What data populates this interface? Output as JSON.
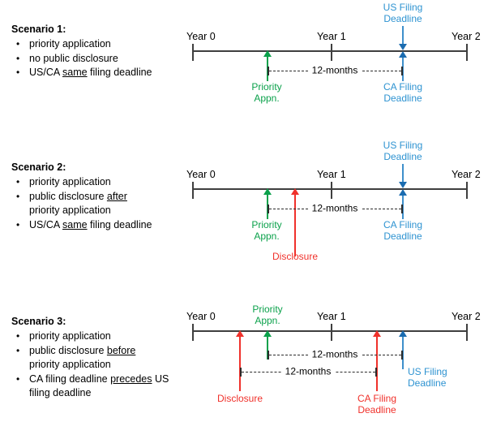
{
  "scenarios": [
    {
      "title": "Scenario 1:",
      "bullets": [
        {
          "pre": "priority application",
          "u": "",
          "post": ""
        },
        {
          "pre": "no public disclosure",
          "u": "",
          "post": ""
        },
        {
          "pre": "US/CA ",
          "u": "same",
          "post": " filing deadline"
        }
      ],
      "axis": {
        "year0": "Year 0",
        "year1": "Year 1",
        "year2": "Year 2"
      },
      "markers": {
        "priority": "Priority\nAppn.",
        "priority_l1": "Priority",
        "priority_l2": "Appn.",
        "us_l1": "US Filing",
        "us_l2": "Deadline",
        "ca_l1": "CA Filing",
        "ca_l2": "Deadline"
      },
      "span_label": "12-months"
    },
    {
      "title": "Scenario 2:",
      "bullets": [
        {
          "pre": "priority application",
          "u": "",
          "post": ""
        },
        {
          "pre": "public disclosure ",
          "u": "after",
          "post": ""
        },
        {
          "pre": "priority application",
          "u": "",
          "post": "",
          "cont": true
        },
        {
          "pre": "US/CA ",
          "u": "same",
          "post": " filing deadline"
        }
      ],
      "axis": {
        "year0": "Year 0",
        "year1": "Year 1",
        "year2": "Year 2"
      },
      "markers": {
        "priority_l1": "Priority",
        "priority_l2": "Appn.",
        "disclosure": "Disclosure",
        "us_l1": "US Filing",
        "us_l2": "Deadline",
        "ca_l1": "CA Filing",
        "ca_l2": "Deadline"
      },
      "span_label": "12-months"
    },
    {
      "title": "Scenario 3:",
      "bullets": [
        {
          "pre": "priority application",
          "u": "",
          "post": ""
        },
        {
          "pre": "public disclosure ",
          "u": "before",
          "post": ""
        },
        {
          "pre": "priority application",
          "u": "",
          "post": "",
          "cont": true
        },
        {
          "pre": "CA filing deadline ",
          "u": "precedes",
          "post": " US"
        },
        {
          "pre": "filing deadline",
          "u": "",
          "post": "",
          "cont": true
        }
      ],
      "axis": {
        "year0": "Year 0",
        "year1": "Year 1",
        "year2": "Year 2"
      },
      "markers": {
        "priority_l1": "Priority",
        "priority_l2": "Appn.",
        "disclosure": "Disclosure",
        "us_l1": "US Filing",
        "us_l2": "Deadline",
        "ca_l1": "CA Filing",
        "ca_l2": "Deadline"
      },
      "span_label_top": "12-months",
      "span_label_bottom": "12-months"
    }
  ],
  "colors": {
    "green": "#0BA14B",
    "red": "#F0312B",
    "blue_arrow": "#3E8FCB",
    "blue_text": "#2E93D1",
    "axis": "#3f3f3f"
  }
}
